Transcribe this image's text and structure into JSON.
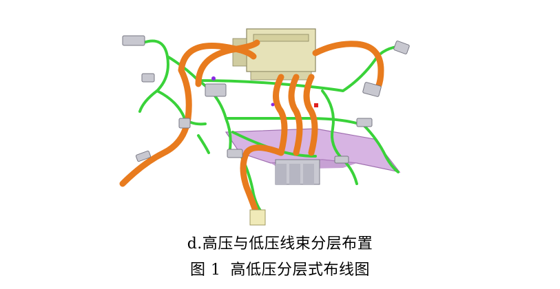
{
  "figure": {
    "subcaption": "d.高压与低压线束分层布置",
    "caption_label": "图 1",
    "caption_text": "高低压分层式布线图"
  },
  "colors": {
    "hv_cable": "#e87b1e",
    "lv_harness": "#3ad23a",
    "bracket": "#c89ad8",
    "connector": "#c8c8d0",
    "junction_box": "#e0dcb0"
  }
}
